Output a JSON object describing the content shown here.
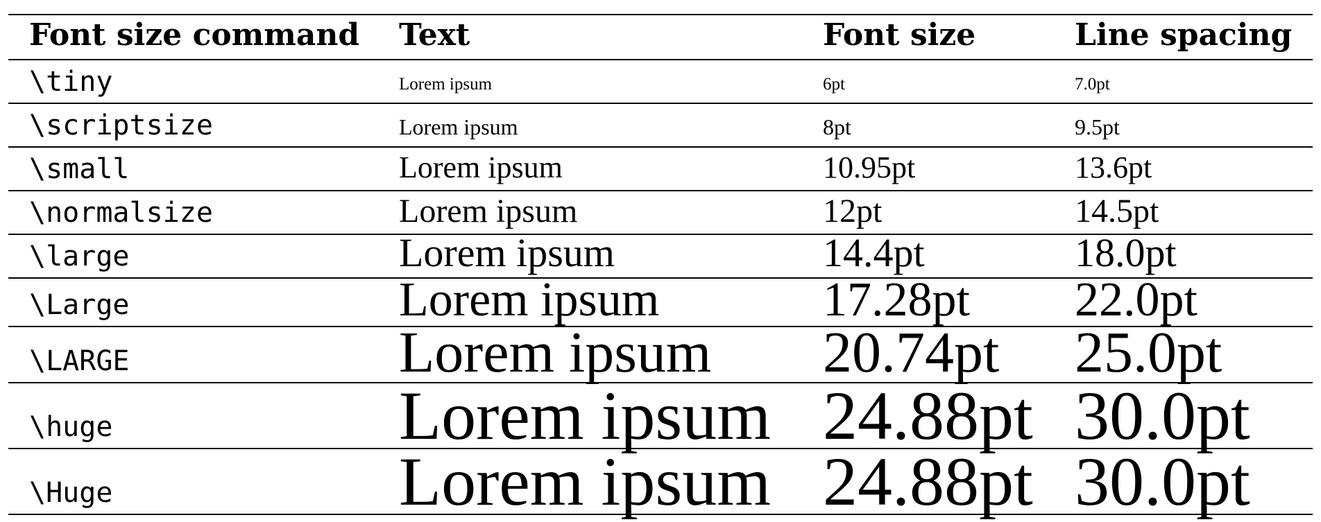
{
  "table": {
    "headers": [
      "Font size command",
      "Text",
      "Font size",
      "Line spacing"
    ],
    "rows": [
      {
        "command": "\\tiny",
        "text": "Lorem ipsum",
        "font_size": "6pt",
        "line_spacing": "7.0pt"
      },
      {
        "command": "\\scriptsize",
        "text": "Lorem ipsum",
        "font_size": "8pt",
        "line_spacing": "9.5pt"
      },
      {
        "command": "\\small",
        "text": "Lorem ipsum",
        "font_size": "10.95pt",
        "line_spacing": "13.6pt"
      },
      {
        "command": "\\normalsize",
        "text": "Lorem ipsum",
        "font_size": "12pt",
        "line_spacing": "14.5pt"
      },
      {
        "command": "\\large",
        "text": "Lorem ipsum",
        "font_size": "14.4pt",
        "line_spacing": "18.0pt"
      },
      {
        "command": "\\Large",
        "text": "Lorem ipsum",
        "font_size": "17.28pt",
        "line_spacing": "22.0pt"
      },
      {
        "command": "\\LARGE",
        "text": "Lorem ipsum",
        "font_size": "20.74pt",
        "line_spacing": "25.0pt"
      },
      {
        "command": "\\huge",
        "text": "Lorem ipsum",
        "font_size": "24.88pt",
        "line_spacing": "30.0pt"
      },
      {
        "command": "\\Huge",
        "text": "Lorem ipsum",
        "font_size": "24.88pt",
        "line_spacing": "30.0pt"
      }
    ]
  }
}
